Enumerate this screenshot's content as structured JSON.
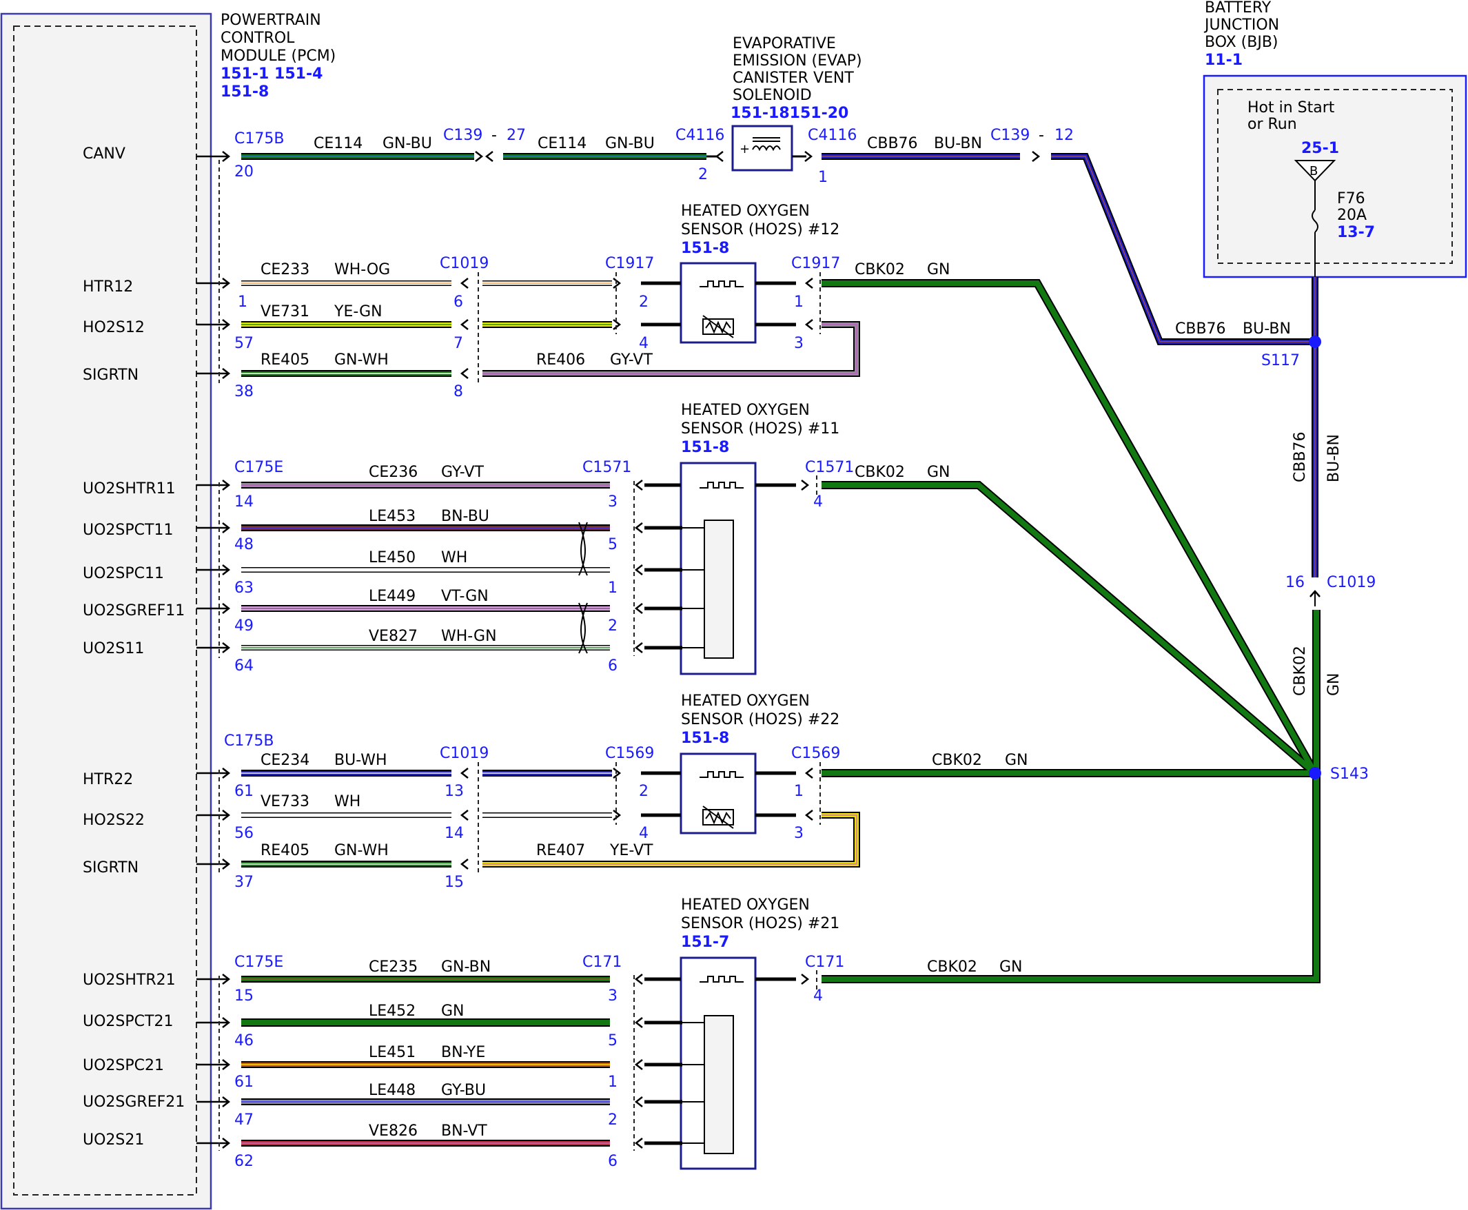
{
  "pcm": {
    "title": [
      "POWERTRAIN",
      "CONTROL",
      "MODULE (PCM)"
    ],
    "refs": [
      "151-1 151-4",
      "151-8"
    ],
    "pins": [
      "CANV",
      "HTR12",
      "HO2S12",
      "SIGRTN",
      "UO2SHTR11",
      "UO2SPCT11",
      "UO2SPC11",
      "UO2SGREF11",
      "UO2S11",
      "HTR22",
      "HO2S22",
      "SIGRTN",
      "UO2SHTR21",
      "UO2SPCT21",
      "UO2SPC21",
      "UO2SGREF21",
      "UO2S21"
    ]
  },
  "evap": {
    "title": [
      "EVAPORATIVE",
      "EMISSION (EVAP)",
      "CANISTER VENT",
      "SOLENOID"
    ],
    "ref": "151-18151-20"
  },
  "bjb": {
    "title": [
      "BATTERY",
      "JUNCTION",
      "BOX (BJB)"
    ],
    "ref": "11-1",
    "hot": [
      "Hot in Start",
      "or Run"
    ],
    "bus_ref": "25-1",
    "bus_letter": "B",
    "fuse": "F76",
    "fuse_amps": "20A",
    "fuse_ref": "13-7"
  },
  "sensors": [
    {
      "title": [
        "HEATED OXYGEN",
        "SENSOR (HO2S) #12"
      ],
      "ref": "151-8"
    },
    {
      "title": [
        "HEATED OXYGEN",
        "SENSOR (HO2S) #11"
      ],
      "ref": "151-8"
    },
    {
      "title": [
        "HEATED OXYGEN",
        "SENSOR (HO2S) #22"
      ],
      "ref": "151-8"
    },
    {
      "title": [
        "HEATED OXYGEN",
        "SENSOR (HO2S) #21"
      ],
      "ref": "151-7"
    }
  ],
  "connectors": {
    "c175b": "C175B",
    "c139": "C139",
    "c4116": "C4116",
    "c1019": "C1019",
    "c1917": "C1917",
    "c175e": "C175E",
    "c1571": "C1571",
    "c1569": "C1569",
    "c171": "C171"
  },
  "splices": {
    "s117": "S117",
    "s143": "S143"
  },
  "pins": {
    "p20": "20",
    "p27": "27",
    "p2": "2",
    "p1": "1",
    "p12": "12",
    "p6": "6",
    "p7": "7",
    "p8": "8",
    "p57": "57",
    "p38": "38",
    "p4": "4",
    "p3": "3",
    "p14": "14",
    "p48": "48",
    "p5": "5",
    "p63": "63",
    "p49": "49",
    "p64": "64",
    "p61": "61",
    "p13": "13",
    "p56": "56",
    "p37": "37",
    "p15": "15",
    "p46": "46",
    "p47": "47",
    "p62": "62",
    "p16": "16",
    "dash": "-"
  },
  "wires": {
    "ce114": "CE114",
    "gnbu": "GN-BU",
    "cbb76": "CBB76",
    "bubn": "BU-BN",
    "ce233": "CE233",
    "whog": "WH-OG",
    "ve731": "VE731",
    "yegn": "YE-GN",
    "re405": "RE405",
    "gnwh": "GN-WH",
    "re406": "RE406",
    "gyvt": "GY-VT",
    "cbk02": "CBK02",
    "gn": "GN",
    "ce236": "CE236",
    "le453": "LE453",
    "bnbu": "BN-BU",
    "le450": "LE450",
    "wh": "WH",
    "le449": "LE449",
    "vtgn": "VT-GN",
    "ve827": "VE827",
    "whgn": "WH-GN",
    "ce234": "CE234",
    "buwh": "BU-WH",
    "ve733": "VE733",
    "re407": "RE407",
    "yevt": "YE-VT",
    "ce235": "CE235",
    "gnbn": "GN-BN",
    "le452": "LE452",
    "le451": "LE451",
    "bnye": "BN-YE",
    "le448": "LE448",
    "gybu": "GY-BU",
    "ve826": "VE826",
    "bnvt": "BN-VT"
  },
  "colors": {
    "blue_label": "#1a1aff",
    "green": "#127812",
    "blue_wire": "#1c1cd6",
    "box_border": "#1c1c8c"
  }
}
